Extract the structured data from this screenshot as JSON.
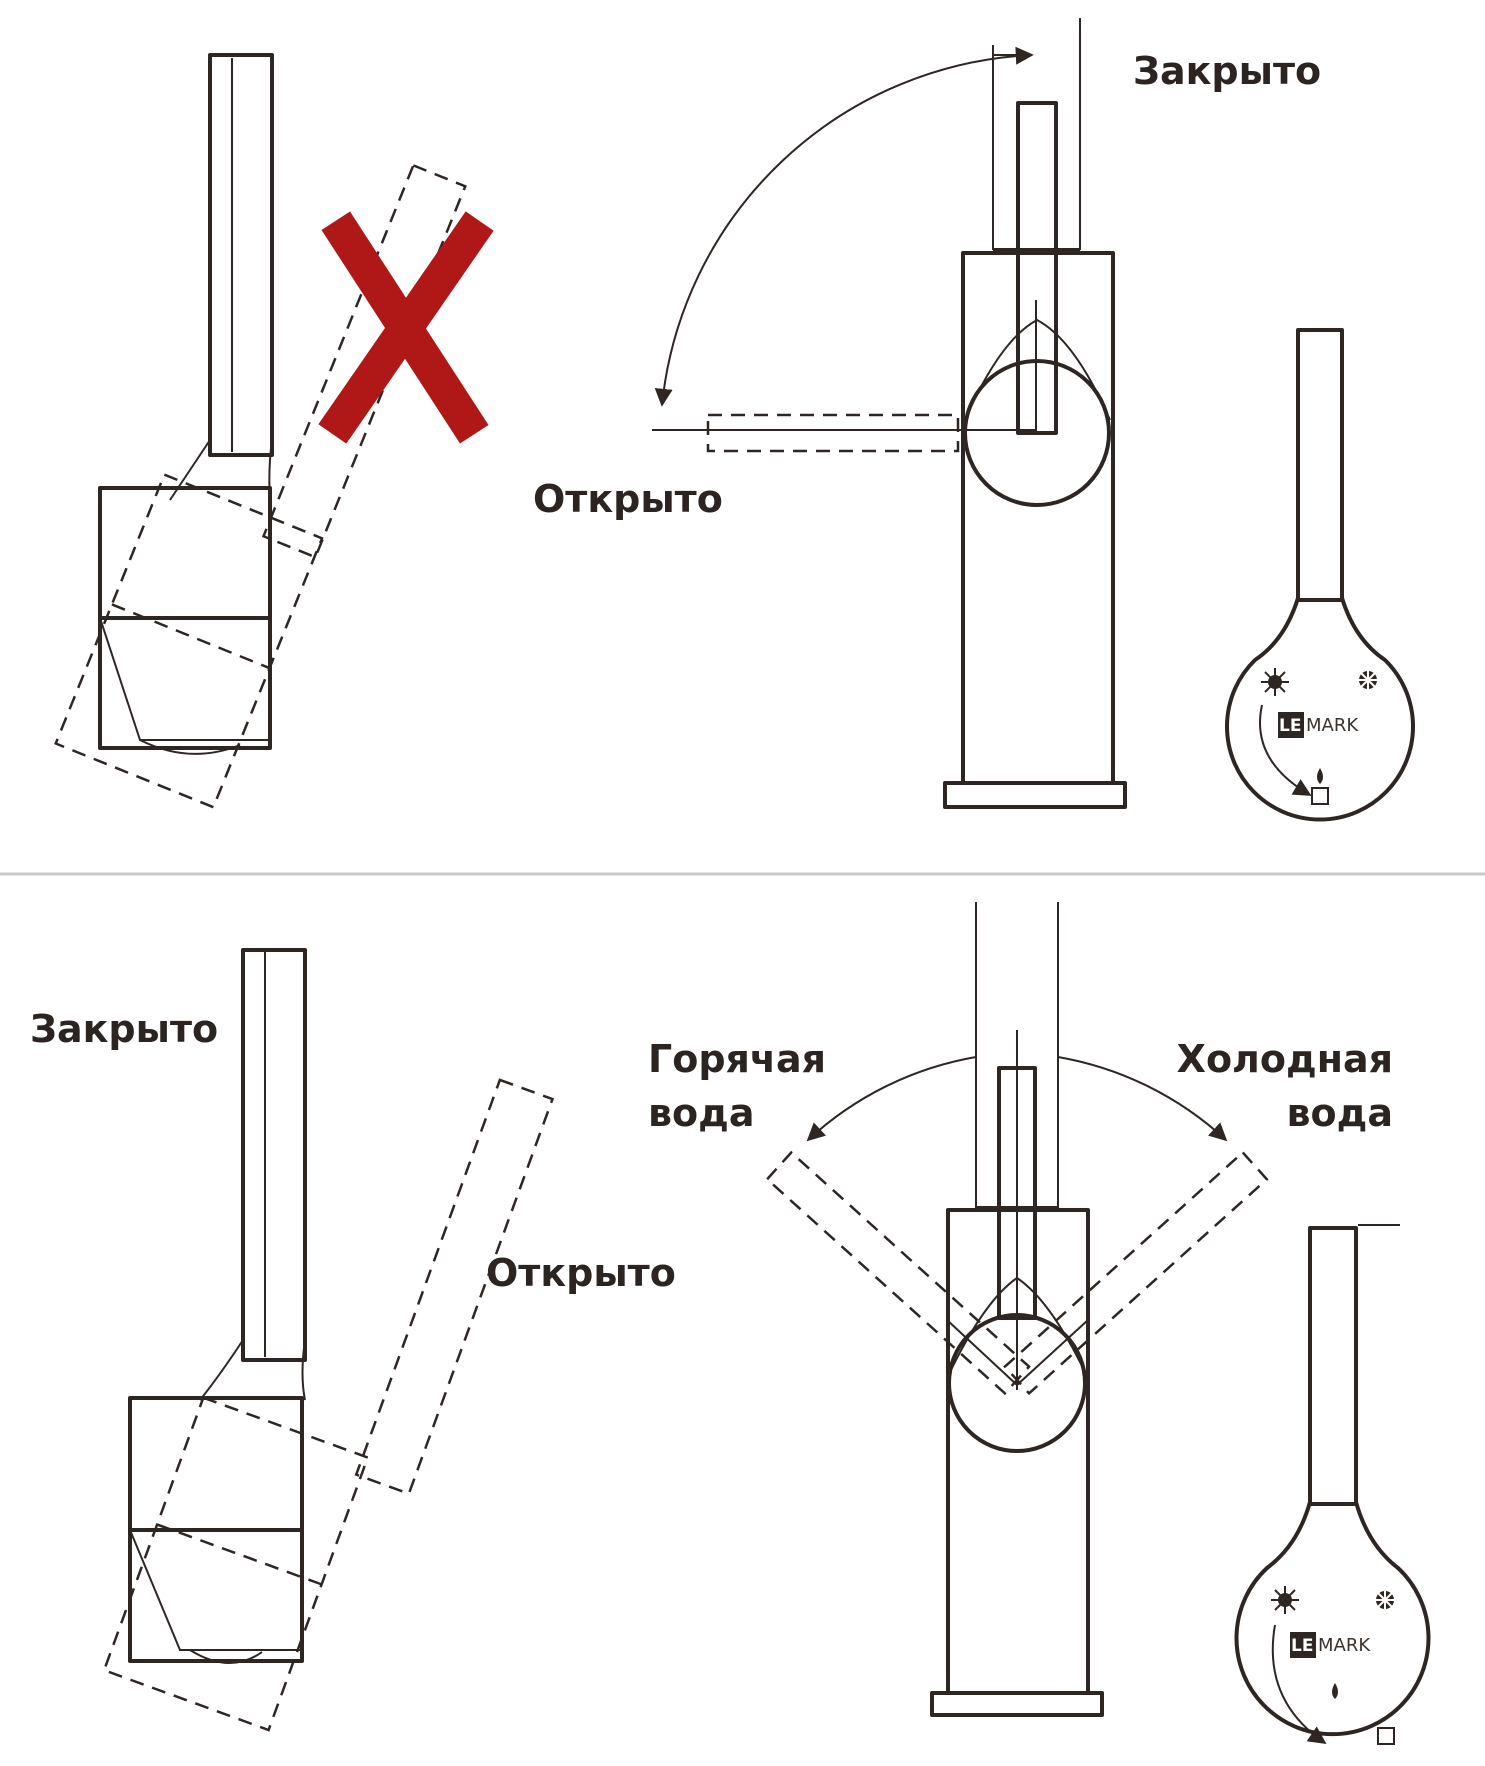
{
  "top": {
    "label_closed": "Закрыто",
    "label_open": "Открыто",
    "logo_box": "LE",
    "logo_text": "MARK"
  },
  "bottom": {
    "label_closed": "Закрыто",
    "label_open": "Открыто",
    "hot_line1": "Горячая",
    "hot_line2": "вода",
    "cold_line1": "Холодная",
    "cold_line2": "вода",
    "logo_box": "LE",
    "logo_text": "MARK"
  },
  "colors": {
    "ink": "#2e2622",
    "forbidden_mark": "#b01818",
    "divider": "#c8c8c8"
  },
  "icons": [
    "forbidden-x-icon",
    "sun-hot-icon",
    "snowflake-cold-icon",
    "rotation-arrow-icon",
    "water-drop-icon"
  ]
}
